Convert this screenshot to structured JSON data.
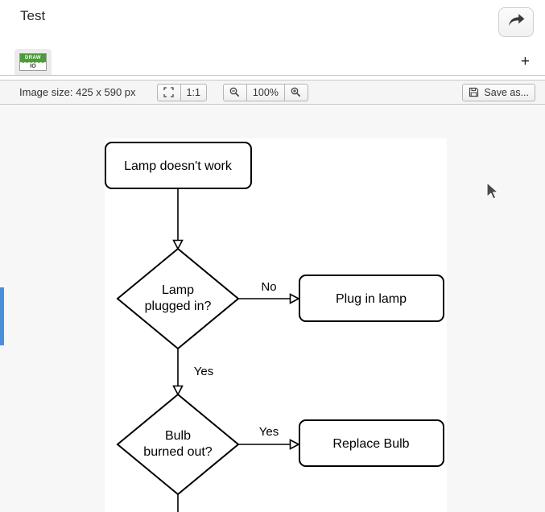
{
  "header": {
    "title": "Test"
  },
  "tabbar": {
    "drawio_tab": {
      "line1": "DRAW",
      "line2": "IO"
    },
    "add_button_label": "+"
  },
  "toolbar": {
    "image_size_label": "Image size: 425 x 590 px",
    "one_to_one_label": "1:1",
    "zoom_level": "100%",
    "save_as_label": "Save as..."
  },
  "diagram": {
    "nodes": {
      "start": {
        "type": "rounded-rect",
        "label": "Lamp doesn't work"
      },
      "decision1": {
        "type": "diamond",
        "line1": "Lamp",
        "line2": "plugged in?"
      },
      "action1": {
        "type": "rounded-rect",
        "label": "Plug in lamp"
      },
      "decision2": {
        "type": "diamond",
        "line1": "Bulb",
        "line2": "burned out?"
      },
      "action2": {
        "type": "rounded-rect",
        "label": "Replace Bulb"
      }
    },
    "edges": {
      "no1": "No",
      "yes1": "Yes",
      "yes2": "Yes"
    }
  },
  "colors": {
    "accent_blue": "#4a90d9",
    "drawio_green": "#4e9a3c"
  }
}
